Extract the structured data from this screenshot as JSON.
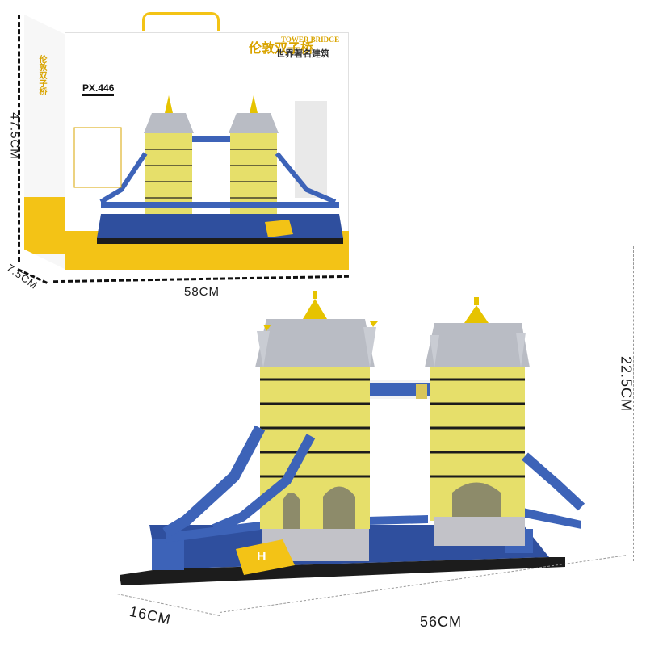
{
  "box": {
    "model_code": "PX.446",
    "title_cn": "伦敦双子桥",
    "title_en": "TOWER BRIDGE",
    "subtitle_cn": "世界著名建筑",
    "side_text_cn": "伦敦双子桥"
  },
  "dimensions": {
    "box_height": "47.5CM",
    "box_depth": "7.5CM",
    "box_width": "58CM",
    "model_height": "22.5CM",
    "model_depth": "16CM",
    "model_width": "56CM"
  },
  "colors": {
    "tower_yellow": "#e6df6a",
    "roof_grey": "#b9bcc4",
    "walkway_blue": "#3d63b8",
    "baseplate_blue": "#2f4f9e",
    "base_black": "#1c1c1c",
    "box_yellow": "#f3c316"
  }
}
